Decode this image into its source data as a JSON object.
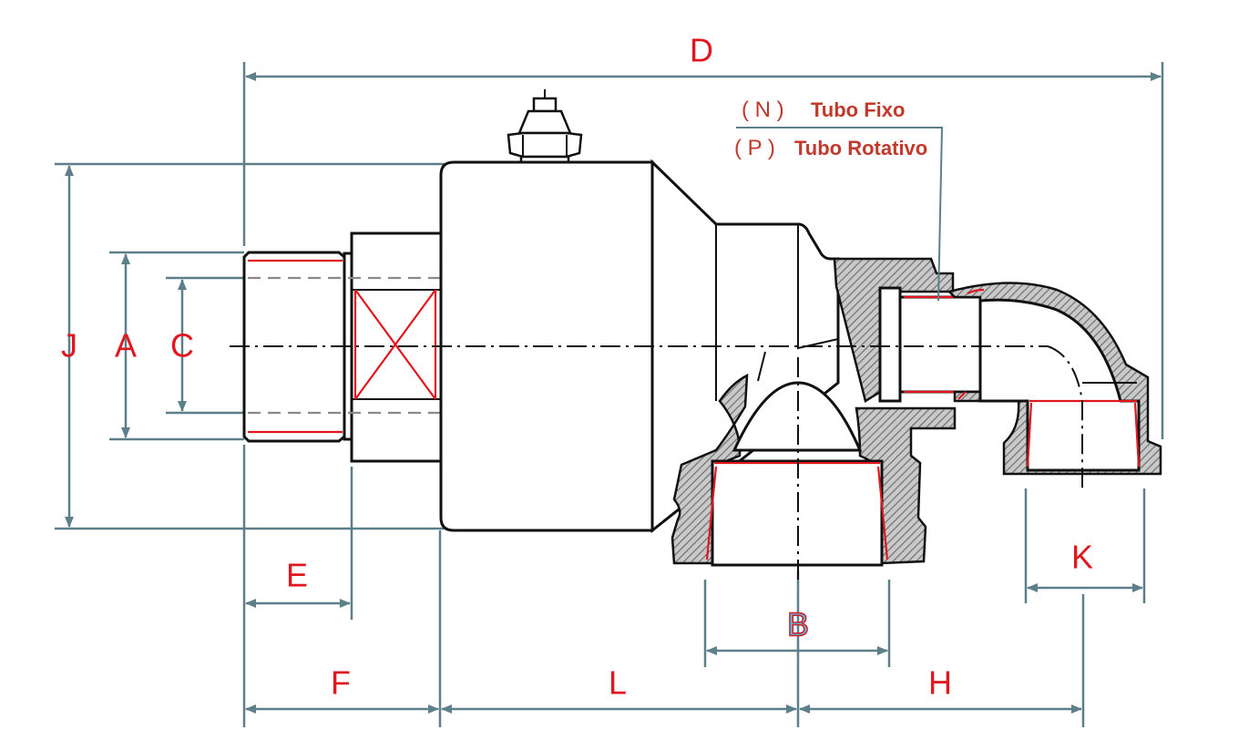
{
  "labels": {
    "D": "D",
    "J": "J",
    "A": "A",
    "C": "C",
    "E": "E",
    "F": "F",
    "L": "L",
    "B": "B",
    "H": "H",
    "K": "K"
  },
  "notes": {
    "fixed_code": "( N )",
    "fixed_text": "Tubo Fixo",
    "rotating_code": "( P )",
    "rotating_text": "Tubo Rotativo"
  },
  "colors": {
    "dimension": "#5d7f8a",
    "letter": "#e0171f",
    "outline": "#111111",
    "thread": "#e0171f",
    "b_highlight": "#3fc8f0"
  }
}
